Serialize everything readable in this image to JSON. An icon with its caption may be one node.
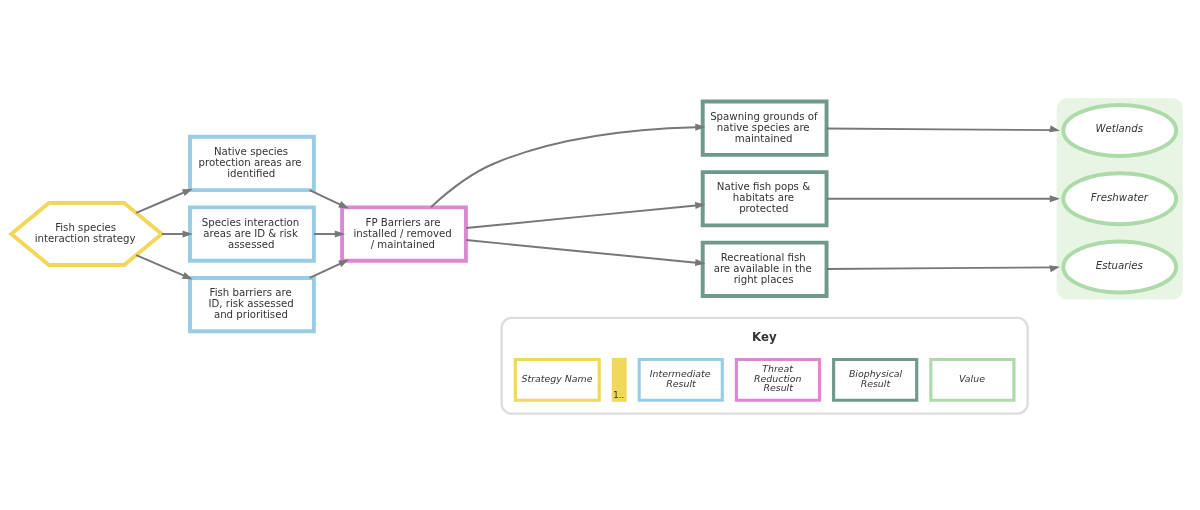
{
  "diagram": {
    "nodes": [
      {
        "text": [
          "Fish species interaction strategy"
        ]
      },
      {
        "text": [
          "Native species protection areas are identified"
        ]
      },
      {
        "text": [
          "Species interaction areas are ID & risk assessed"
        ]
      },
      {
        "text": [
          "Fish barriers are ID, risk assessed and prioritised"
        ]
      },
      {
        "text": [
          "FP Barriers are installed / removed / maintained"
        ]
      },
      {
        "text": [
          "Spawning grounds of native species are maintained"
        ]
      },
      {
        "text": [
          "Native fish pops & habitats are protected"
        ]
      },
      {
        "text": [
          "Recreational fish are available in the right places"
        ]
      },
      {
        "text": [],
        "shape": "box"
      },
      {
        "text": [
          "Wetlands"
        ],
        "in": 8
      },
      {
        "text": [
          "Freshwater"
        ],
        "in": 8
      },
      {
        "text": [
          "Estuaries"
        ],
        "in": 8
      }
    ],
    "edges": [
      {
        "from": 0,
        "to": 1,
        "arrow": "to"
      },
      {
        "from": 0,
        "to": 2,
        "arrow": "to"
      },
      {
        "from": 0,
        "to": 3,
        "arrow": "to"
      },
      {
        "from": 1,
        "to": 4,
        "arrow": "to"
      },
      {
        "from": 2,
        "to": 4,
        "arrow": "to"
      },
      {
        "from": 3,
        "to": 4,
        "arrow": "to"
      },
      {
        "from": 4,
        "to": 5,
        "arrow": "to"
      },
      {
        "from": 4,
        "to": 6,
        "arrow": "to"
      },
      {
        "from": 4,
        "to": 7,
        "arrow": "to"
      },
      {
        "from": 5,
        "to": 8,
        "arrow": "to"
      },
      {
        "from": 6,
        "to": 8,
        "arrow": "to"
      },
      {
        "from": 7,
        "to": 8,
        "arrow": "to"
      }
    ],
    "labels": [
      "Key",
      "1.."
    ],
    "legend": [
      {
        "text": "Strategy Name"
      },
      {
        "text": "Intermediate Result"
      },
      {
        "text": "Threat Reduction Result"
      },
      {
        "text": "Biophysical Result"
      },
      {
        "text": "Value"
      }
    ]
  }
}
